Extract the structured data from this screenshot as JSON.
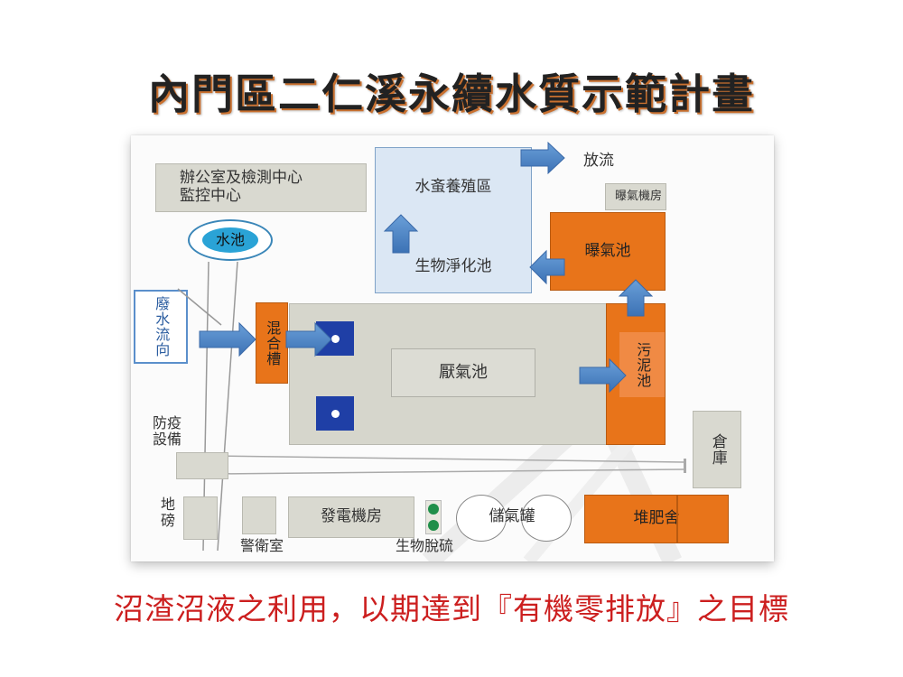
{
  "title": "內門區二仁溪永續水質示範計畫",
  "diagram": {
    "office": "辦公室及檢測中心\n監控中心",
    "pond": "水池",
    "wastewater_dir": "廢水流向",
    "mixing_tank": "混合槽",
    "anaerobic": "厭氣池",
    "sludge": "污泥池",
    "aeration": "曝氣池",
    "blower_room": "曝氣機房",
    "bio_purify": "生物淨化池",
    "clam_farm": "水蚉養殖區",
    "discharge": "放流",
    "epidemic": "防疫設備",
    "weighbridge": "地磅",
    "guard": "警衛室",
    "generator": "發電機房",
    "desulfur": "生物脫硫",
    "gas_tank": "儲氣罐",
    "compost": "堆肥舍",
    "warehouse": "倉庫"
  },
  "caption": "沼渣沼液之利用，以期達到『有機零排放』之目標",
  "colors": {
    "orange": "#e8741a",
    "arrow_blue": "#4f86c6",
    "caption_red": "#cc1f1f"
  }
}
